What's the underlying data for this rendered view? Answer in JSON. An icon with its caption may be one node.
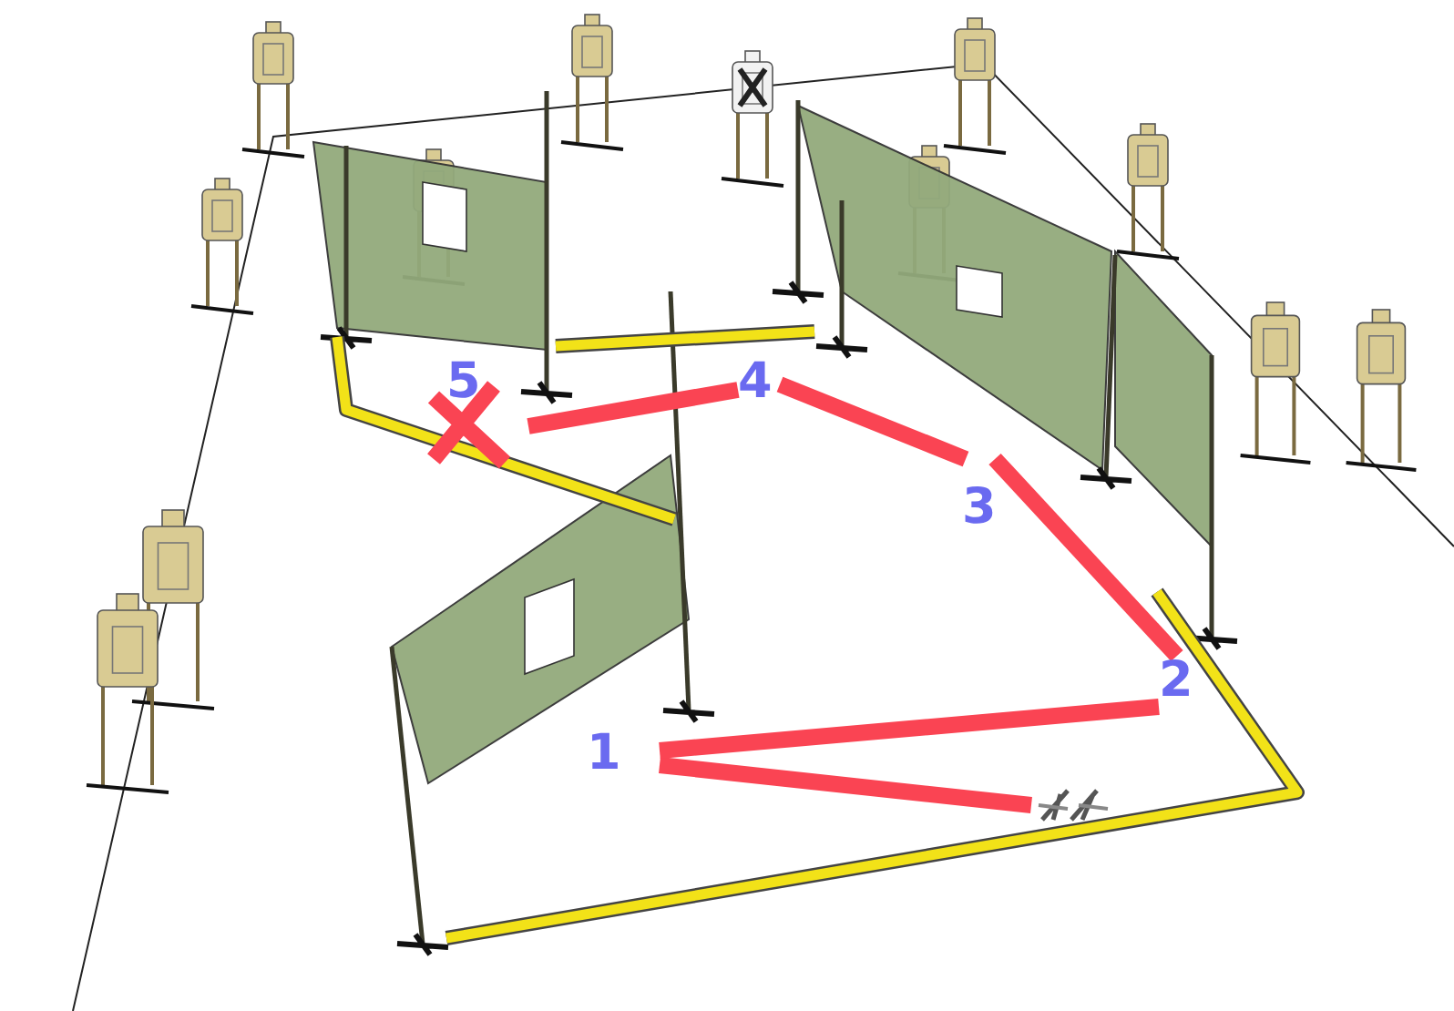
{
  "diagram": {
    "nodes": [
      {
        "text": [],
        "shape": "picture"
      },
      {
        "text": [
          "1"
        ]
      },
      {
        "text": [
          "2"
        ]
      },
      {
        "text": [
          "3"
        ]
      },
      {
        "text": [
          "4"
        ]
      },
      {
        "text": [
          "5"
        ]
      }
    ],
    "edges": [
      {
        "from": 0,
        "to": 1,
        "arrow": "none"
      },
      {
        "from": 1,
        "to": 2,
        "arrow": "none"
      },
      {
        "from": 2,
        "to": 3,
        "arrow": "none"
      },
      {
        "from": 3,
        "to": 4,
        "arrow": "none"
      },
      {
        "from": 4,
        "to": 5,
        "arrow": "none"
      }
    ]
  }
}
